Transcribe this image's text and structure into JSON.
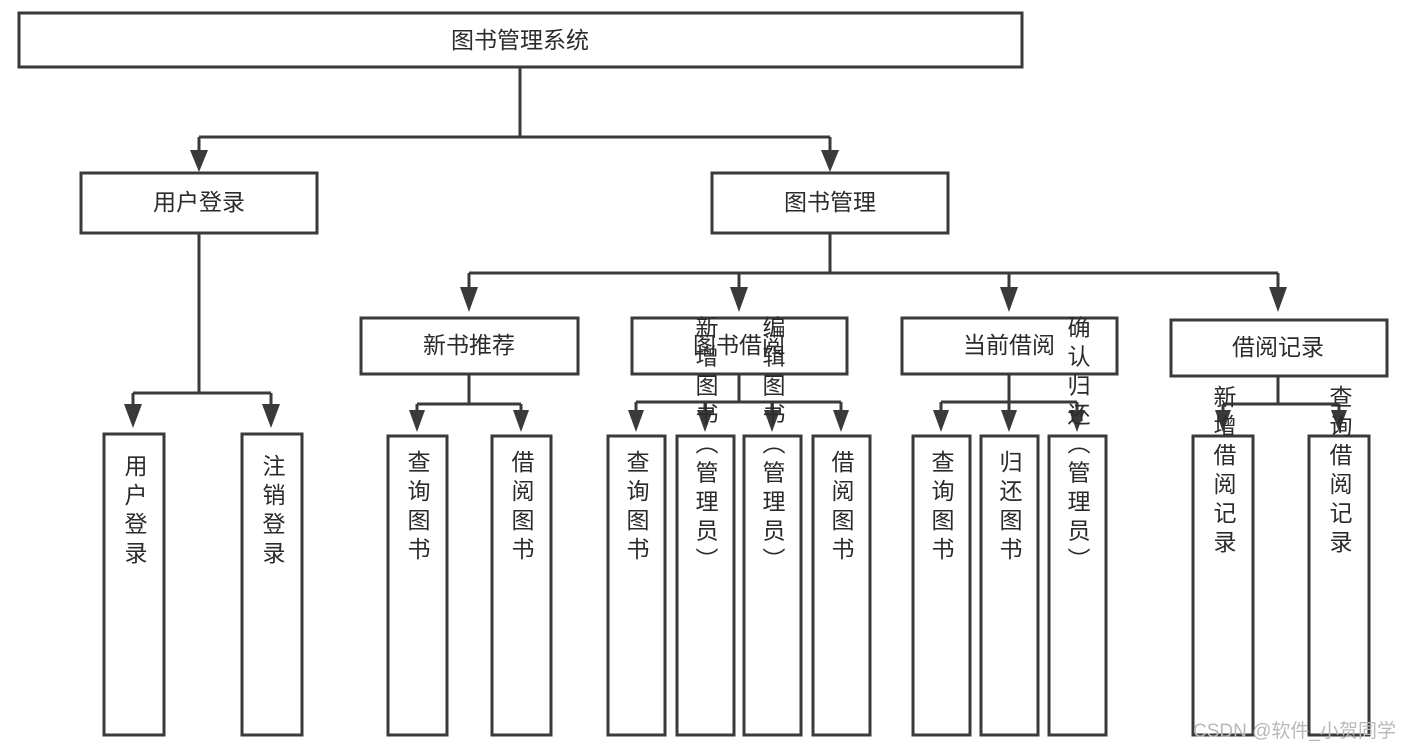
{
  "diagram": {
    "title": "图书管理系统",
    "type": "tree-hierarchy-chart",
    "orientation": "top-down",
    "colors": {
      "box_fill": "#ffffff",
      "box_stroke": "#3a3a3a",
      "text": "#2b2b2b",
      "connector": "#3a3a3a",
      "background": "#ffffff",
      "watermark": "#b9b9b9"
    },
    "root": {
      "label": "图书管理系统"
    },
    "level2": [
      {
        "label": "用户登录"
      },
      {
        "label": "图书管理"
      }
    ],
    "level3": [
      {
        "label": "新书推荐"
      },
      {
        "label": "图书借阅"
      },
      {
        "label": "当前借阅"
      },
      {
        "label": "借阅记录"
      }
    ],
    "leaves": {
      "user_login": [
        {
          "label": "用户登录"
        },
        {
          "label": "注销登录"
        }
      ],
      "new_book_recommend": [
        {
          "label": "查询图书"
        },
        {
          "label": "借阅图书"
        }
      ],
      "book_borrow": [
        {
          "label": "查询图书"
        },
        {
          "label": "新增图书（管理员）"
        },
        {
          "label": "编辑图书（管理员）"
        },
        {
          "label": "借阅图书"
        }
      ],
      "current_borrow": [
        {
          "label": "查询图书"
        },
        {
          "label": "归还图书"
        },
        {
          "label": "确认归还（管理员）"
        }
      ],
      "borrow_record": [
        {
          "label": "新增借阅记录"
        },
        {
          "label": "查询借阅记录"
        }
      ]
    },
    "watermark": "CSDN @软件_小贺同学"
  }
}
